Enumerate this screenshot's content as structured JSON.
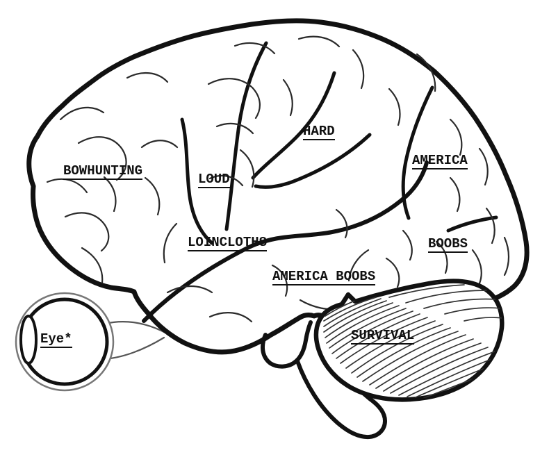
{
  "diagram": {
    "type": "labeled-brain-line-drawing",
    "description": "Side view of a brain with humorous region labels, striated cerebellum, brain stem and an eye connected by an optic nerve"
  },
  "labels": {
    "bowhunting": "BOWHUNTING",
    "loud": "LOUD",
    "hard": "HARD",
    "america": "AMERICA",
    "loincloths": "LOINCLOTHS",
    "america_boobs": "AMERICA BOOBS",
    "boobs": "BOOBS",
    "survival": "SURVIVAL",
    "eye": "Eye*"
  },
  "colors": {
    "ink": "#111111",
    "sulcus": "#2a2a2a",
    "fold": "#333333",
    "nerve": "#555555",
    "eye_ring": "#777777",
    "background": "#ffffff"
  }
}
